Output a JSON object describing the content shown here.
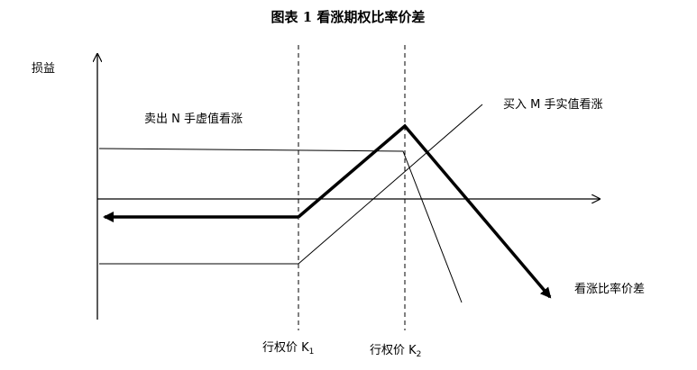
{
  "title": "图表 1  看涨期权比率价差",
  "y_axis_label": "损益",
  "labels": {
    "sell_calls": "卖出 N 手虚值看涨",
    "buy_calls": "买入 M 手实值看涨",
    "spread": "看涨比率价差",
    "strike1_prefix": "行权价 K",
    "strike1_sub": "1",
    "strike2_prefix": "行权价 K",
    "strike2_sub": "2"
  }
}
